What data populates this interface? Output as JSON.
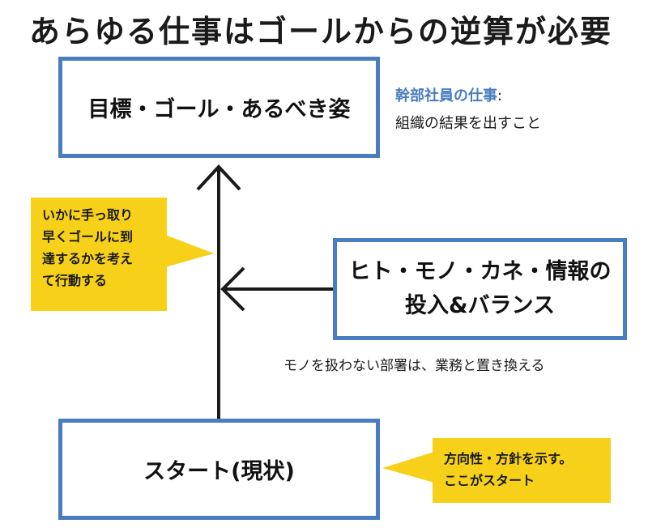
{
  "title": "あらゆる仕事はゴールからの逆算が必要",
  "goal_box": {
    "label": "目標・ゴール・あるべき姿"
  },
  "resources_box": {
    "line1": "ヒト・モノ・カネ・情報の",
    "line2": "投入&バランス"
  },
  "start_box": {
    "label": "スタート(現状)"
  },
  "executive_note": {
    "heading": "幹部社員の仕事",
    "colon": ":",
    "body": "組織の結果を出すこと"
  },
  "resources_note": "モノを扱わない部署は、業務と置き換える",
  "callout_left": {
    "line1": "いかに手っ取り",
    "line2": "早くゴールに到",
    "line3": "達するかを考え",
    "line4": "て行動する"
  },
  "callout_right": {
    "line1": "方向性・方針を示す。",
    "line2": "ここがスタート"
  },
  "colors": {
    "box_border": "#4a7dc0",
    "callout_fill": "#f7d119",
    "accent_text": "#4a7dc0",
    "arrow": "#1a1a1a"
  }
}
